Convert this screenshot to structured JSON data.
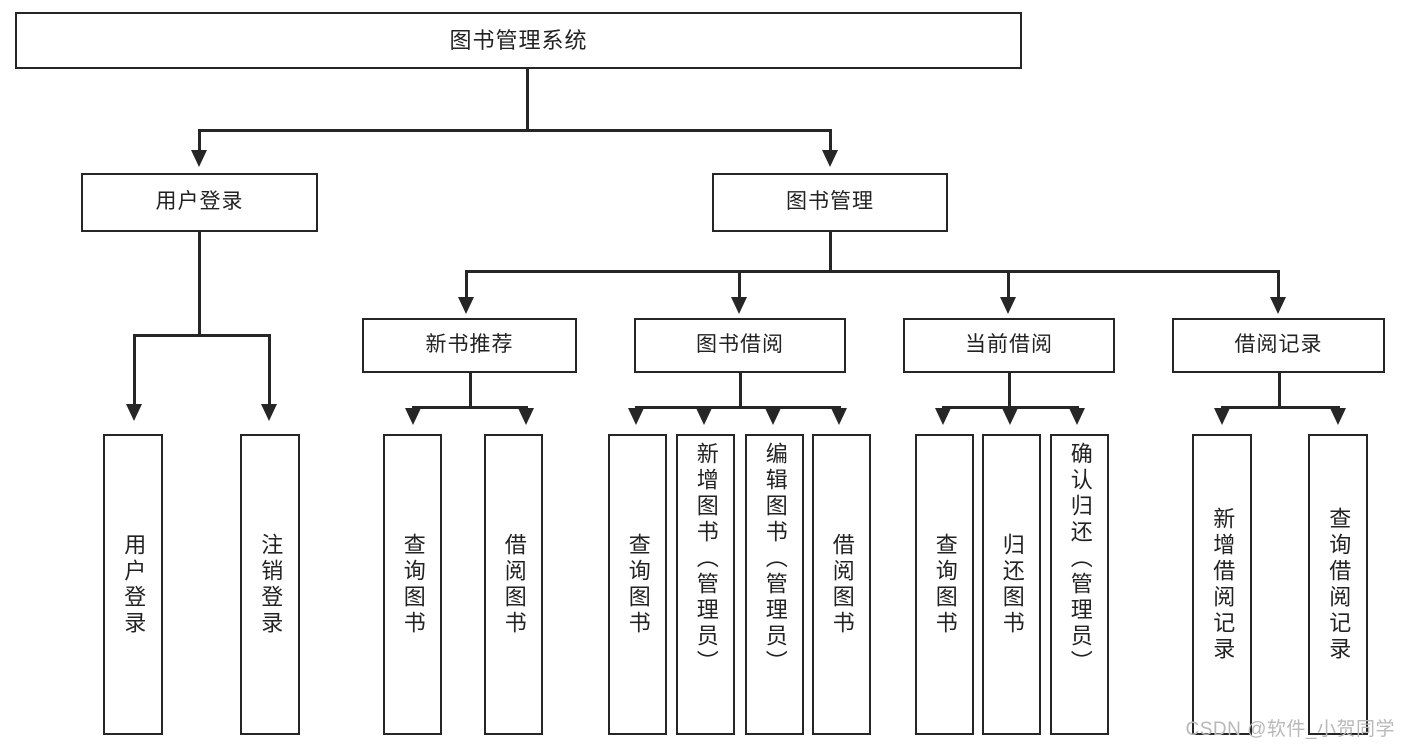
{
  "diagram": {
    "type": "tree",
    "title": "图书管理系统",
    "root": {
      "label": "图书管理系统"
    },
    "level2": [
      {
        "label": "用户登录"
      },
      {
        "label": "图书管理"
      }
    ],
    "level3": [
      {
        "label": "新书推荐"
      },
      {
        "label": "图书借阅"
      },
      {
        "label": "当前借阅"
      },
      {
        "label": "借阅记录"
      }
    ],
    "leaves": {
      "user_login": [
        {
          "label": "用户登录"
        },
        {
          "label": "注销登录"
        }
      ],
      "new_book_recommend": [
        {
          "label": "查询图书"
        },
        {
          "label": "借阅图书"
        }
      ],
      "book_borrow": [
        {
          "label": "查询图书"
        },
        {
          "label": "新增图书（管理员）"
        },
        {
          "label": "编辑图书（管理员）"
        },
        {
          "label": "借阅图书"
        }
      ],
      "current_borrow": [
        {
          "label": "查询图书"
        },
        {
          "label": "归还图书"
        },
        {
          "label": "确认归还（管理员）"
        }
      ],
      "borrow_record": [
        {
          "label": "新增借阅记录"
        },
        {
          "label": "查询借阅记录"
        }
      ]
    }
  },
  "watermark": {
    "text": "CSDN @软件_小贺同学"
  },
  "colors": {
    "stroke": "#262626",
    "fill": "#ffffff",
    "text": "#222222",
    "watermark": "#b9b9b9"
  }
}
